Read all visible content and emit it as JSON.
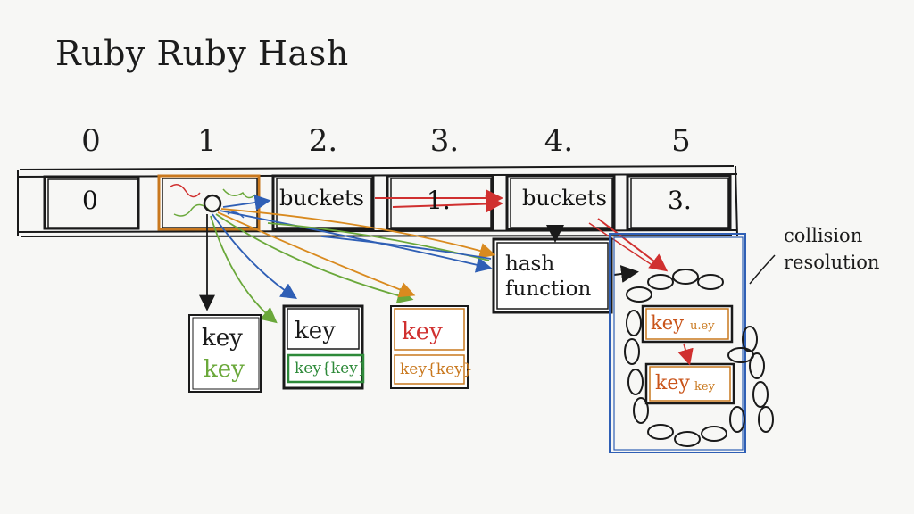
{
  "title": "Ruby Ruby Hash",
  "indices": [
    "0",
    "1",
    "2.",
    "3.",
    "4.",
    "5"
  ],
  "cells": {
    "cell0": "0",
    "cell2": "buckets",
    "cell3": "1.",
    "cell4": "buckets",
    "cell5": "3."
  },
  "hash_function": {
    "line1": "hash",
    "line2": "function"
  },
  "collision": {
    "line1": "collision",
    "line2": "resolution"
  },
  "key_boxes": [
    {
      "top": "key",
      "bottom": "key"
    },
    {
      "top": "key",
      "bottom": "key{key}"
    },
    {
      "top": "key",
      "bottom": "key{key}"
    }
  ],
  "chain_boxes": [
    {
      "key": "key",
      "value": "u.ey"
    },
    {
      "key": "key",
      "value": "key"
    }
  ],
  "colors": {
    "ink": "#1a1a1a",
    "orange": "#d98a1f",
    "green": "#6aa83a",
    "blue": "#2f5fb5",
    "red": "#d0302f",
    "brown": "#9a5a1a"
  }
}
